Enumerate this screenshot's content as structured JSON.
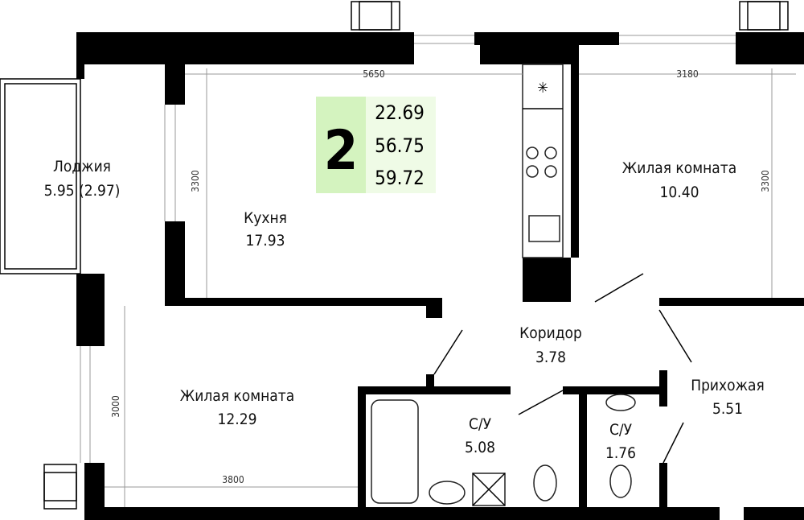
{
  "badge": {
    "rooms": "2",
    "living_area": "22.69",
    "total_area": "56.75",
    "total_with_loggia": "59.72",
    "colors": {
      "rooms_bg": "#d4f3bf",
      "areas_bg": "#effbe6"
    }
  },
  "rooms": {
    "loggia": {
      "name": "Лоджия",
      "area": "5.95 (2.97)"
    },
    "kitchen": {
      "name": "Кухня",
      "area": "17.93"
    },
    "bedroom1": {
      "name": "Жилая комната",
      "area": "10.40"
    },
    "bedroom2": {
      "name": "Жилая комната",
      "area": "12.29"
    },
    "corridor": {
      "name": "Коридор",
      "area": "3.78"
    },
    "hall": {
      "name": "Прихожая",
      "area": "5.51"
    },
    "bath1": {
      "name": "С/У",
      "area": "5.08"
    },
    "bath2": {
      "name": "С/У",
      "area": "1.76"
    }
  },
  "dimensions": {
    "kitchen_width": "5650",
    "kitchen_height": "3300",
    "bedroom1_width": "3180",
    "bedroom1_height": "3300",
    "bedroom2_width": "3800",
    "bedroom2_height": "3000"
  }
}
